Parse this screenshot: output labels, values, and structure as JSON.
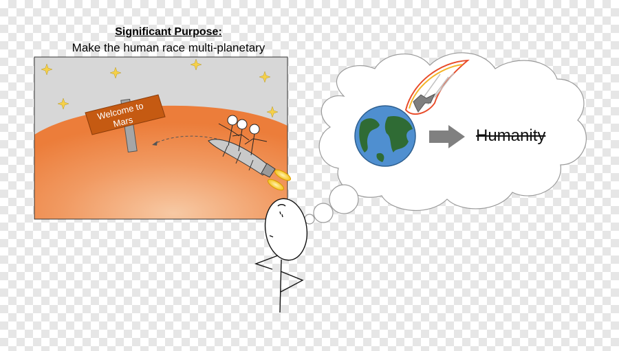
{
  "heading": {
    "title": "Significant Purpose:",
    "subtitle": "Make the human race multi-planetary"
  },
  "mars_scene": {
    "sign_line1": "Welcome to",
    "sign_line2": "Mars",
    "sky_color": "#d7d7d7",
    "mars_color": "#ee8444",
    "sign_color": "#c55a12"
  },
  "thought_bubble": {
    "result_label": "Humanity",
    "earth_ocean_color": "#4f8fd0",
    "earth_land_color": "#2f6b34",
    "arrow_color": "#808080"
  },
  "icons": [
    "star-icon",
    "rocket-icon",
    "asteroid-icon",
    "earth-icon",
    "arrow-icon"
  ]
}
